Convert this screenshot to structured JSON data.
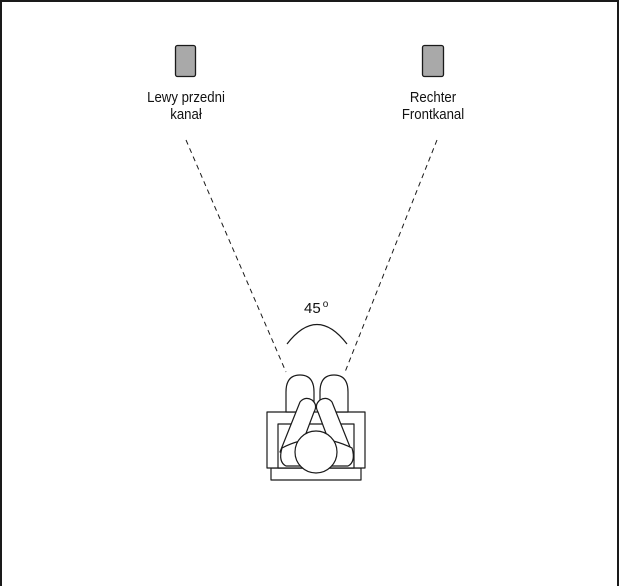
{
  "speakers": {
    "left": {
      "line1": "Lewy przedni",
      "line2": "kanał"
    },
    "right": {
      "line1": "Rechter",
      "line2": "Frontkanal"
    }
  },
  "angle": {
    "value": "45",
    "unit": "o"
  },
  "colors": {
    "frame": "#1a1a1a",
    "speaker_fill": "#a9a9a9",
    "line": "#1a1a1a",
    "background": "#ffffff"
  }
}
